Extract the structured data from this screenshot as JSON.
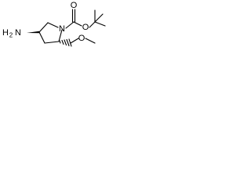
{
  "structure": {
    "atoms": {
      "amine_n": "N",
      "amine_h": "H",
      "amine_count": "2",
      "ring_n": "N",
      "carbonyl_o": "O",
      "ester_o": "O",
      "ether_o": "O"
    }
  }
}
